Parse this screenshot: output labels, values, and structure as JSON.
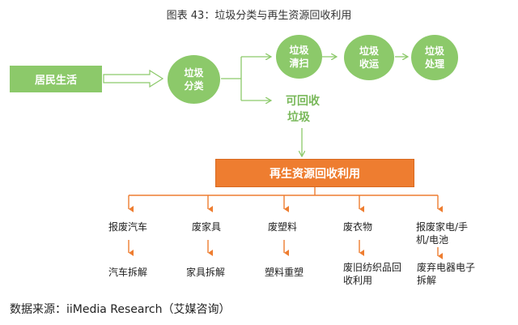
{
  "title": "图表 43：垃圾分类与再生资源回收利用",
  "resident": "居民生活",
  "sort": "垃圾分类",
  "clean": "垃圾清扫",
  "collect": "垃圾收运",
  "dispose": "垃圾处理",
  "recycle": [
    "可回收",
    "垃圾"
  ],
  "main": "再生资源回收利用",
  "categories": [
    {
      "name": "报废汽车",
      "result": "汽车拆解"
    },
    {
      "name": "废家具",
      "result": "家具拆解"
    },
    {
      "name": "废塑料",
      "result": "塑料重塑"
    },
    {
      "name": "废衣物",
      "result": "废旧纺织品回收利用"
    },
    {
      "name": "报废家电/手机/电池",
      "result": "废弃电器电子拆解"
    }
  ],
  "source": "数据来源：iiMedia Research（艾媒咨询）",
  "colors": {
    "green": "#8cc96a",
    "orange": "#ee7d30"
  }
}
